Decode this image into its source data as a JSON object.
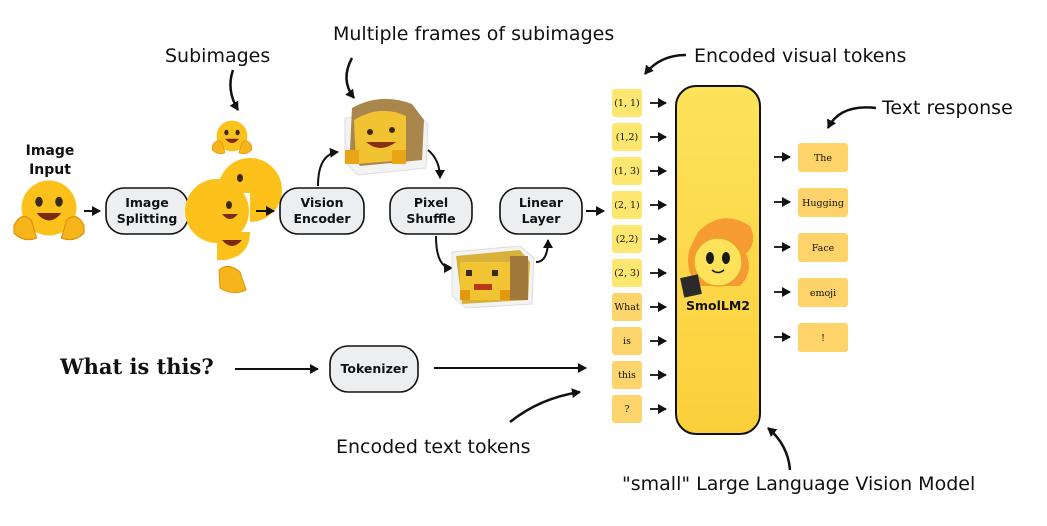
{
  "annotations": {
    "subimages": "Subimages",
    "multiple_frames": "Multiple frames of subimages",
    "encoded_visual": "Encoded visual tokens",
    "text_response": "Text response",
    "encoded_text": "Encoded text tokens",
    "model_caption": "\"small\" Large Language Vision Model"
  },
  "input": {
    "image_label_line1": "Image",
    "image_label_line2": "Input",
    "question": "What is this?"
  },
  "pipeline": {
    "image_splitting": [
      "Image",
      "Splitting"
    ],
    "vision_encoder": [
      "Vision",
      "Encoder"
    ],
    "pixel_shuffle": [
      "Pixel",
      "Shuffle"
    ],
    "linear_layer": [
      "Linear",
      "Layer"
    ],
    "tokenizer": "Tokenizer"
  },
  "visual_tokens": [
    "(1, 1)",
    "(1,2)",
    "(1, 3)",
    "(2, 1)",
    "(2,2)",
    "(2, 3)"
  ],
  "text_tokens": [
    "What",
    "is",
    "this",
    "?"
  ],
  "model": {
    "name": "SmolLM2"
  },
  "response_tokens": [
    "The",
    "Hugging",
    "Face",
    "emoji",
    "!"
  ],
  "colors": {
    "visual_token_fill": "#fde770",
    "text_token_fill": "#fdd56c",
    "response_fill": "#fdd36a",
    "model_fill": "#fdd94a",
    "box_fill": "#eceef0",
    "emoji_yellow": "#fcc21b",
    "emoji_orange": "#f5a623"
  },
  "icons": [
    "hugging-face-emoji-icon",
    "smollm2-mascot-icon",
    "cube-grid-icon"
  ]
}
